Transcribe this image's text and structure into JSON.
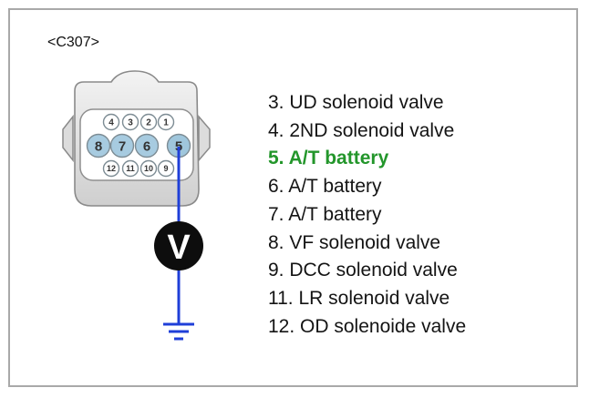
{
  "connector": {
    "label": "<C307>",
    "top_pins": [
      "4",
      "3",
      "2",
      "1"
    ],
    "middle_pins": [
      "8",
      "7",
      "6",
      "5"
    ],
    "bottom_pins": [
      "12",
      "11",
      "10",
      "9"
    ],
    "probed_pin": "5"
  },
  "meter": {
    "symbol": "V",
    "probe_color": "#1f3fd8"
  },
  "legend": {
    "items": [
      {
        "text": "3. UD solenoid valve",
        "highlight": false
      },
      {
        "text": "4. 2ND solenoid valve",
        "highlight": false
      },
      {
        "text": "5. A/T battery",
        "highlight": true
      },
      {
        "text": "6. A/T battery",
        "highlight": false
      },
      {
        "text": "7. A/T battery",
        "highlight": false
      },
      {
        "text": "8. VF solenoid valve",
        "highlight": false
      },
      {
        "text": "9. DCC solenoid valve",
        "highlight": false
      },
      {
        "text": "11. LR solenoid valve",
        "highlight": false
      },
      {
        "text": "12. OD solenoide valve",
        "highlight": false
      }
    ],
    "highlight_color": "#23962b"
  }
}
